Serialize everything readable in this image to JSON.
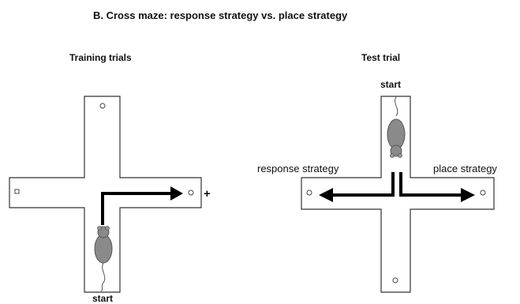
{
  "title": "B. Cross maze: response strategy vs. place strategy",
  "panels": {
    "training": {
      "label": "Training trials",
      "start_label": "start",
      "reward_marker": "+"
    },
    "test": {
      "label": "Test trial",
      "start_label": "start",
      "left_label": "response strategy",
      "right_label": "place strategy"
    }
  },
  "colors": {
    "maze_outline": "#333333",
    "arrow": "#000000",
    "rat_body": "#8a8a8a",
    "background": "#ffffff"
  }
}
